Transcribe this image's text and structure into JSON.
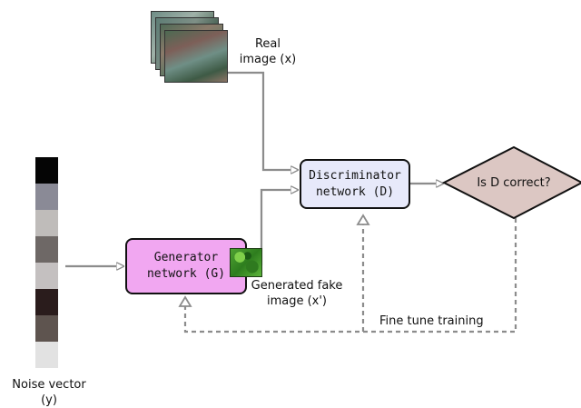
{
  "real_image": {
    "label_line1": "Real",
    "label_line2": "image (x)"
  },
  "noise": {
    "label_line1": "Noise vector",
    "label_line2": "(y)",
    "cells": [
      "#050505",
      "#8a8a96",
      "#bfbcba",
      "#6e6866",
      "#c4c0c0",
      "#2a1c1c",
      "#5e544f",
      "#e2e2e2"
    ]
  },
  "generator": {
    "line1": "Generator",
    "line2": "network (G)"
  },
  "discriminator": {
    "line1": "Discriminator",
    "line2": "network (D)"
  },
  "decision": {
    "label": "Is D correct?"
  },
  "fake_image": {
    "label_line1": "Generated fake",
    "label_line2": "image (x')"
  },
  "feedback": {
    "label": "Fine tune training"
  },
  "colors": {
    "arrow": "#8c8c8c",
    "generator_fill": "#f1a7f1",
    "discriminator_fill": "#e7e9fa",
    "decision_fill": "#dcc7c3"
  }
}
